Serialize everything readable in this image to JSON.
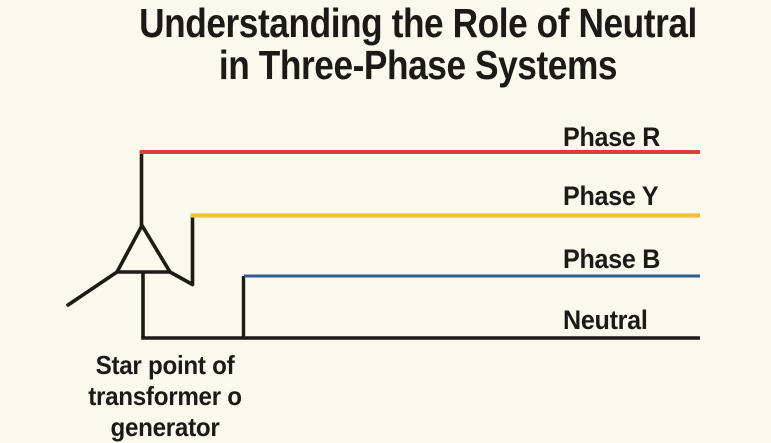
{
  "title": {
    "line1": "Understanding the Role of Neutral",
    "line2": "in Three-Phase Systems"
  },
  "phases": [
    {
      "label": "Phase R",
      "color": "#d8403c"
    },
    {
      "label": "Phase Y",
      "color": "#efc143"
    },
    {
      "label": "Phase B",
      "color": "#2e618f"
    },
    {
      "label": "Neutral",
      "color": "#1d1b16"
    }
  ],
  "caption": {
    "line1": "Star point of",
    "line2": "transformer o",
    "line3": "generator"
  },
  "colors": {
    "background": "#fbf8ed",
    "ink": "#1d1b16"
  }
}
